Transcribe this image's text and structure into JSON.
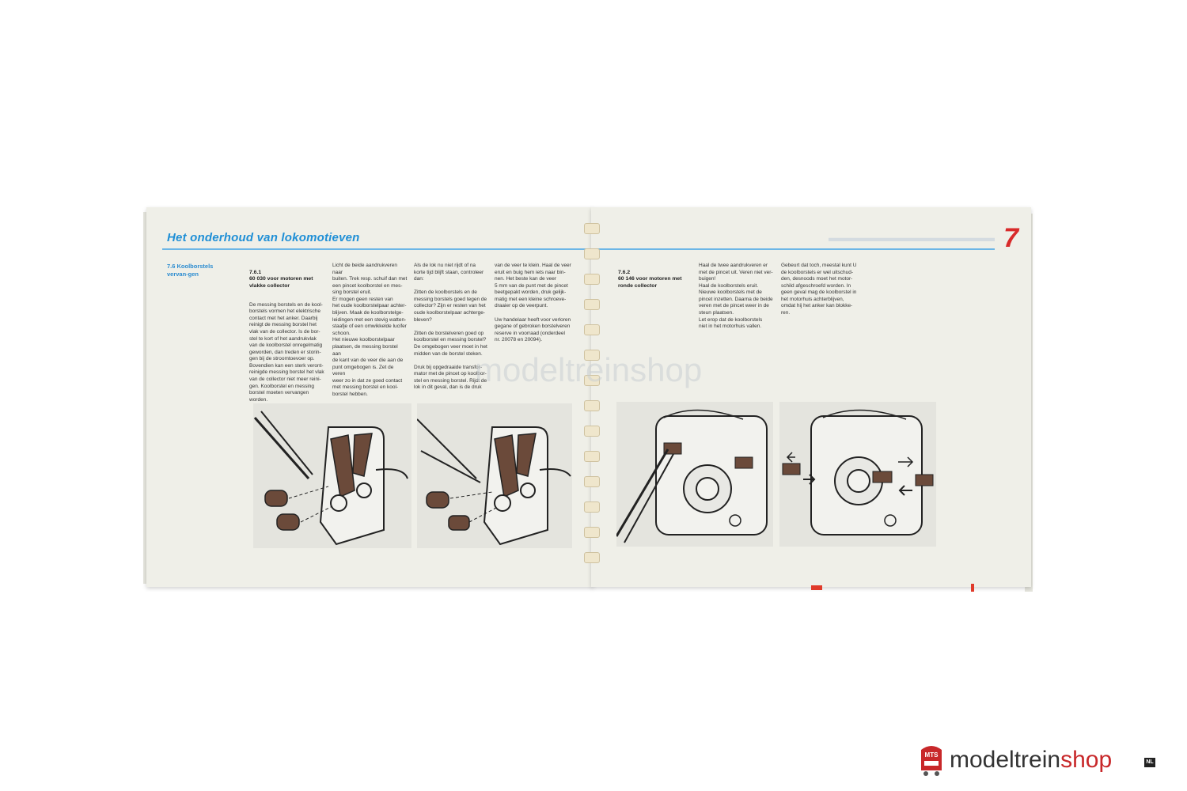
{
  "left_page": {
    "title": "Het onderhoud van lokomotieven",
    "section": "7.6 Koolborstels vervan-gen",
    "col1_head": "7.6.1\n60 030 voor motoren met vlakke collector",
    "col1_text": "De messing borstels en de kool-\nborstels vormen het elektrische\ncontact met het anker. Daarbij\nreinigt de messing borstel het\nvlak van de collector. Is de bor-\nstel te kort of het aandrukvlak\nvan de koolborstel onregelmatig\ngeworden, dan treden er storin-\ngen bij de stroomtoevoer op.\nBovendien kan een sterk veront-\nreinigde messing borstel het vlak\nvan de collector niet meer reini-\ngen. Koolborstel en messing\nborstel moeten vervangen\nworden.",
    "col2_text": "Licht de beide aandrukveren naar\nbuiten. Trek resp. schuif dan met\neen pincet koolborstel en mes-\nsing borstel eruit.\n   Er mogen geen resten van\nhet oude koolborstelpaar achter-\nblijven. Maak de koolborstelge-\nleidingen met een stevig watten-\nstaafje of een omwikkelde lucifer\nschoon.\n   Het nieuwe koolborstelpaar\nplaatsen, de messing borstel aan\nde kant van de veer die aan de\npunt omgebogen is. Zet de veren\nweer zo in dat ze goed contact\nmet messing borstel en kool-\nborstel hebben.",
    "col3_text": "Als de lok nu niet rijdt of na\nkorte tijd blijft staan, controleer\ndan:\n\nZitten de koolborstels en de\nmessing borstels goed tegen de\ncollector? Zijn er resten van het\noude koolborstelpaar achterge-\nbleven?\n\nZitten de borstelveren goed op\nkoolborstel en messing borstel?\nDe omgebogen veer moet in het\nmidden van de borstel steken.\n\nDruk bij opgedraaide transfor-\nmator met de pincet op koolbor-\nstel en messing borstel. Rijdt de\nlok in dit geval, dan is de druk",
    "col4_text": "van de veer te klein. Haal de veer\neruit en buig hem iets naar bin-\nnen. Het beste kan de veer\n5 mm van de punt met de pincet\nbeetgepakt worden, druk gelijk-\nmatig met een kleine schroeve-\ndraaier op de veerpunt.\n\nUw handelaar heeft voor verloren\ngegane of gebroken borstelveren\nreserve in voorraad (onderdeel\nnr. 20078 en 20094)."
  },
  "right_page": {
    "chapter_number": "7",
    "col1_head": "7.6.2\n60 146 voor motoren met ronde collector",
    "col2_text": "Haal de twee aandrukveren er\nmet de pincet uit. Veren niet ver-\nbuigen!\n   Haal de koolborstels eruit.\nNieuwe koolborstels met de\npincet inzetten. Daarna de beide\nveren met de pincet weer in de\nsteun plaatsen.\n   Let erop dat de koolborstels\nniet in het motorhuis vallen.",
    "col3_text": "Gebeurt dat toch, meestal kunt U\nde koolborstels er wel uitschud-\nden, desnoods moet het motor-\nschild afgeschroefd worden. In\ngeen geval mag de koolborstel in\nhet motorhuis achterblijven,\nomdat hij het anker kan blokke-\nren."
  },
  "watermark": "modeltreinshop",
  "logo": {
    "badge": "MTS",
    "name_part1": "modeltrein",
    "name_part2": "shop",
    "country": "NL"
  },
  "colors": {
    "title_blue": "#1f8fd6",
    "chapter_red": "#d82a2a",
    "illustration_brown": "#6b4a3a"
  }
}
